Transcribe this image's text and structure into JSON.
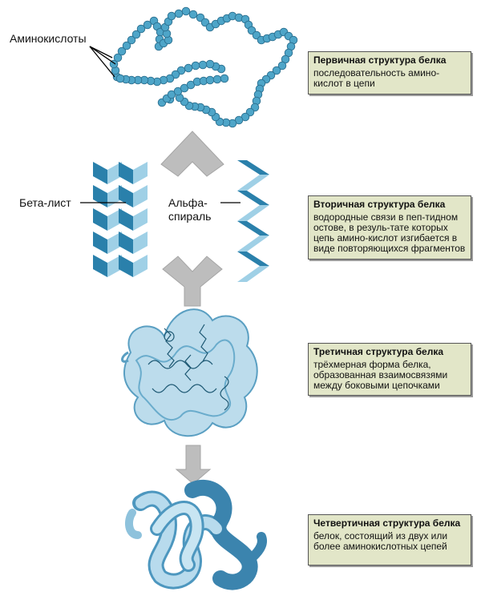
{
  "labels": {
    "amino": "Аминокислоты",
    "beta": "Бета-лист",
    "alpha_1": "Альфа-",
    "alpha_2": "спираль"
  },
  "boxes": [
    {
      "title": "Первичная структура белка",
      "desc": "последовательность амино-кислот в цепи"
    },
    {
      "title": "Вторичная структура белка",
      "desc": "водородные связи в пеп-тидном остове, в резуль-тате которых цепь амино-кислот изгибается в виде повторяющихся фрагментов"
    },
    {
      "title": "Третичная структура белка",
      "desc": "трёхмерная форма белка, образованная взаимосвязями между боковыми цепочками"
    },
    {
      "title": "Четвертичная структура белка",
      "desc": "белок, состоящий из двух или более аминокислотных цепей"
    }
  ],
  "colors": {
    "bead": "#4ea5c8",
    "bead_edge": "#2b6f8f",
    "dark_blue": "#2a80ab",
    "light_blue": "#9fd0e6",
    "pale_blue": "#c8e5f2",
    "arrow": "#bdbdbd",
    "box_bg": "#e2e6c8"
  }
}
